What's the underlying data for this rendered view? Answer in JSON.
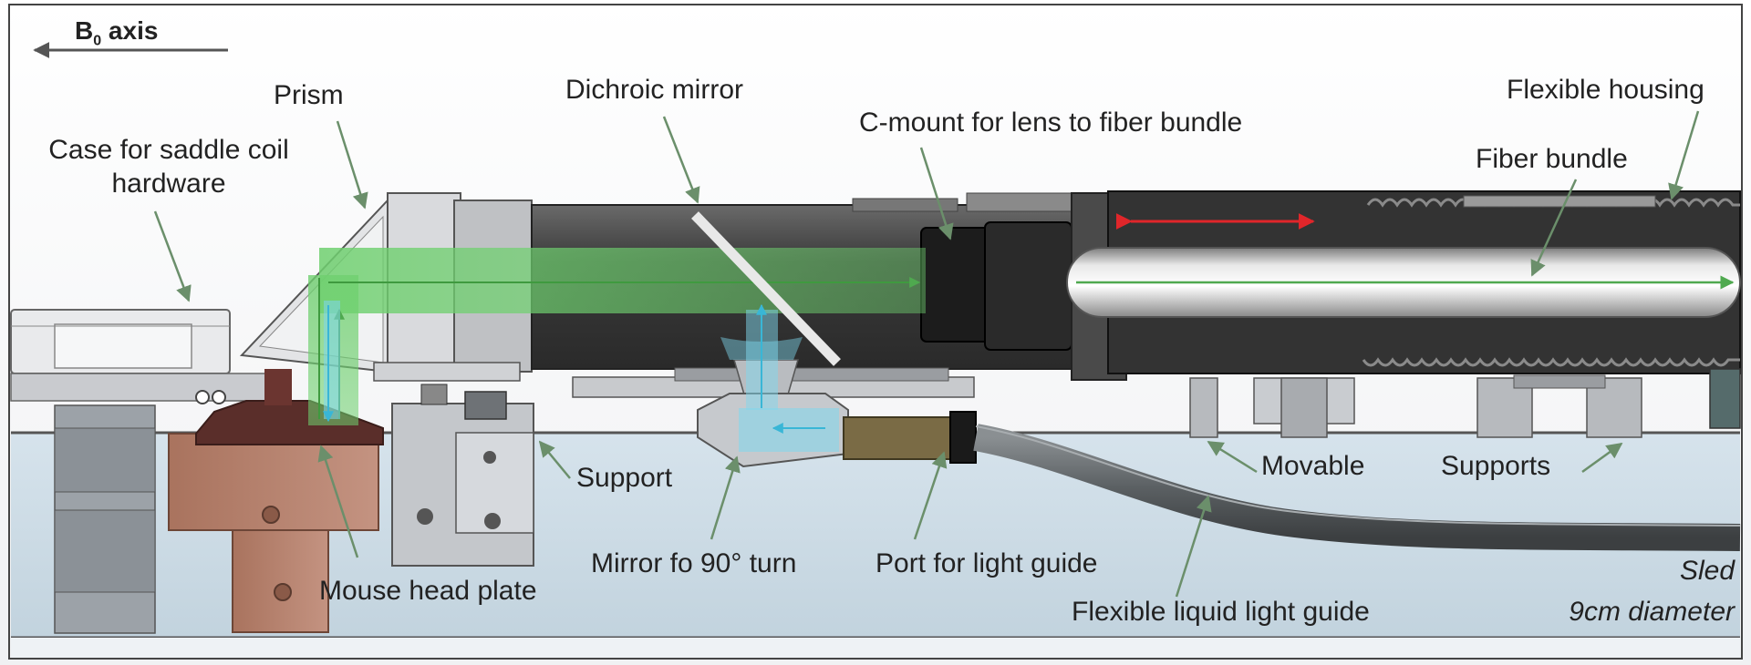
{
  "axis": {
    "symbol": "B",
    "subscript": "0",
    "word": "axis"
  },
  "labels": {
    "case": [
      "Case for saddle coil",
      "hardware"
    ],
    "prism": "Prism",
    "dichroic": "Dichroic mirror",
    "cmount": "C-mount for lens to fiber bundle",
    "flexible_housing": "Flexible housing",
    "fiber_bundle": "Fiber bundle",
    "support": "Support",
    "movable": "Movable",
    "supports": "Supports",
    "mirror_turn": "Mirror fo 90° turn",
    "port": "Port for light guide",
    "head_plate": "Mouse head plate",
    "light_guide": "Flexible liquid light guide",
    "sled": "Sled",
    "diameter": "9cm diameter"
  },
  "colors": {
    "annotation_arrow": "#6b8f6b",
    "light_green": "#7fd67f",
    "light_blue": "#6fd3e8",
    "movable_arrow": "#e0262a"
  }
}
